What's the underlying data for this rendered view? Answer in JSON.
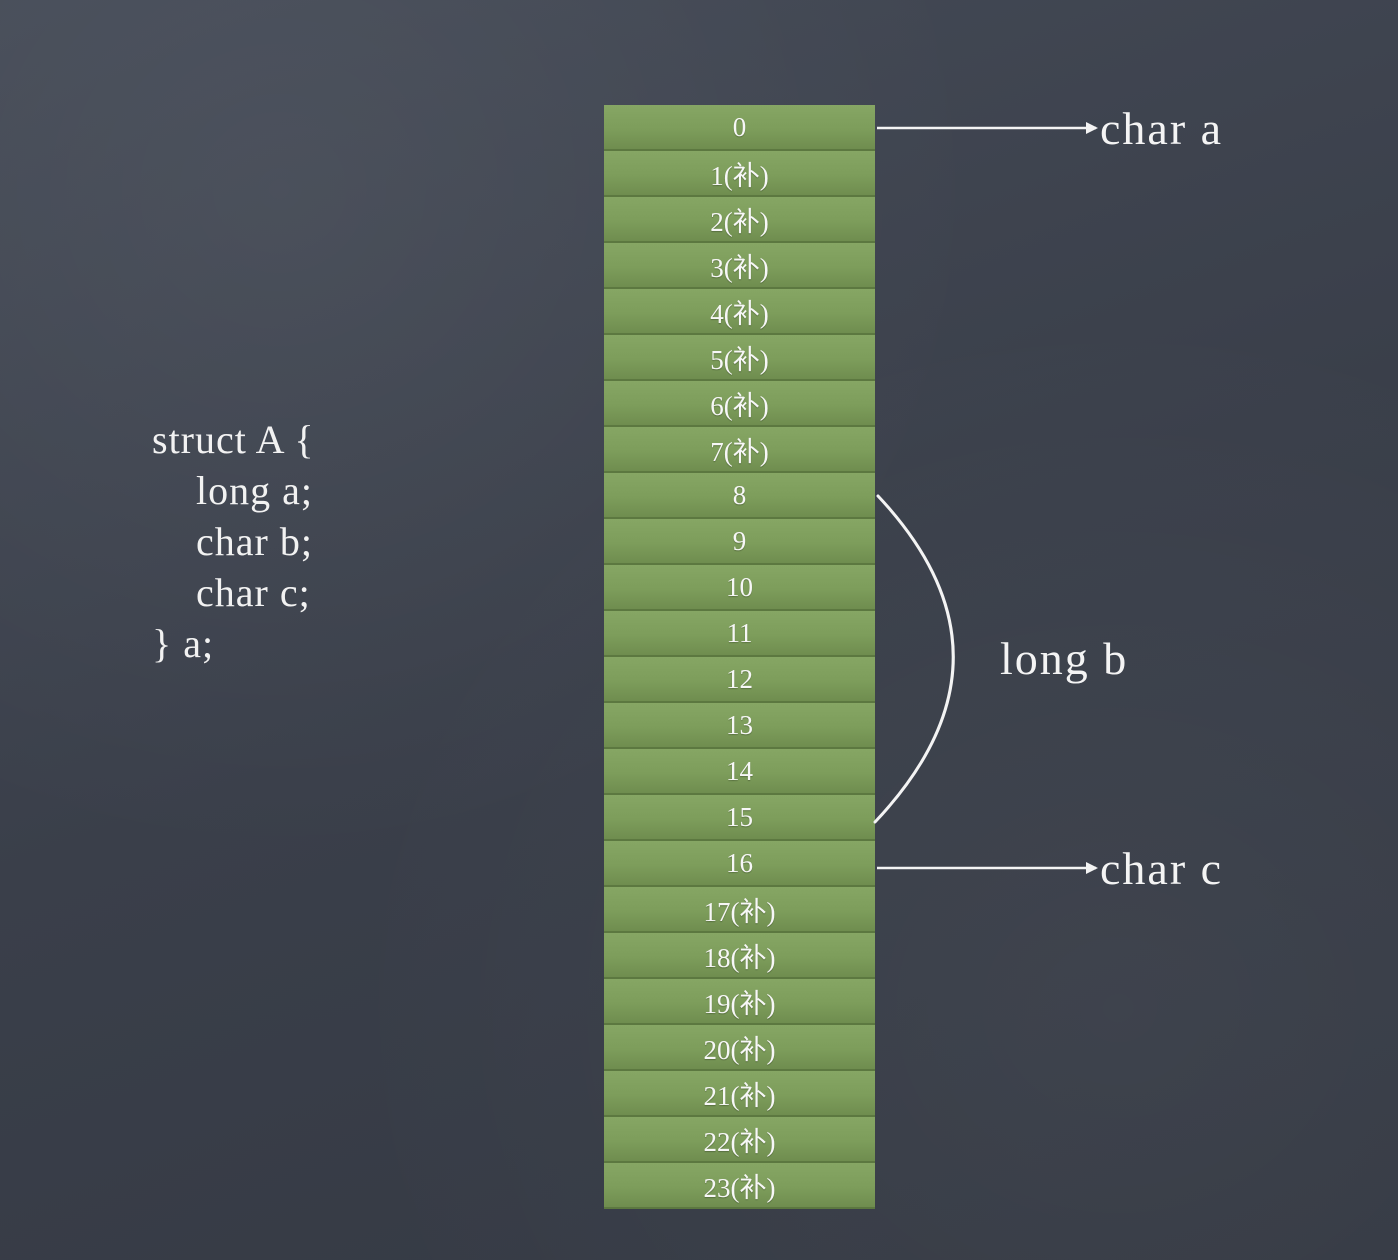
{
  "code_lines": [
    "struct A {",
    "    long a;",
    "    char b;",
    "    char c;",
    "} a;"
  ],
  "memory_cells": [
    "0",
    "1(补)",
    "2(补)",
    "3(补)",
    "4(补)",
    "5(补)",
    "6(补)",
    "7(补)",
    "8",
    "9",
    "10",
    "11",
    "12",
    "13",
    "14",
    "15",
    "16",
    "17(补)",
    "18(补)",
    "19(补)",
    "20(补)",
    "21(补)",
    "22(补)",
    "23(补)"
  ],
  "annotations": {
    "char_a": "char a",
    "long_b": "long b",
    "char_c": "char c"
  },
  "colors": {
    "background": "#3d424d",
    "cell_fill": "#7d9d5b",
    "chalk": "#f4f4f4"
  }
}
